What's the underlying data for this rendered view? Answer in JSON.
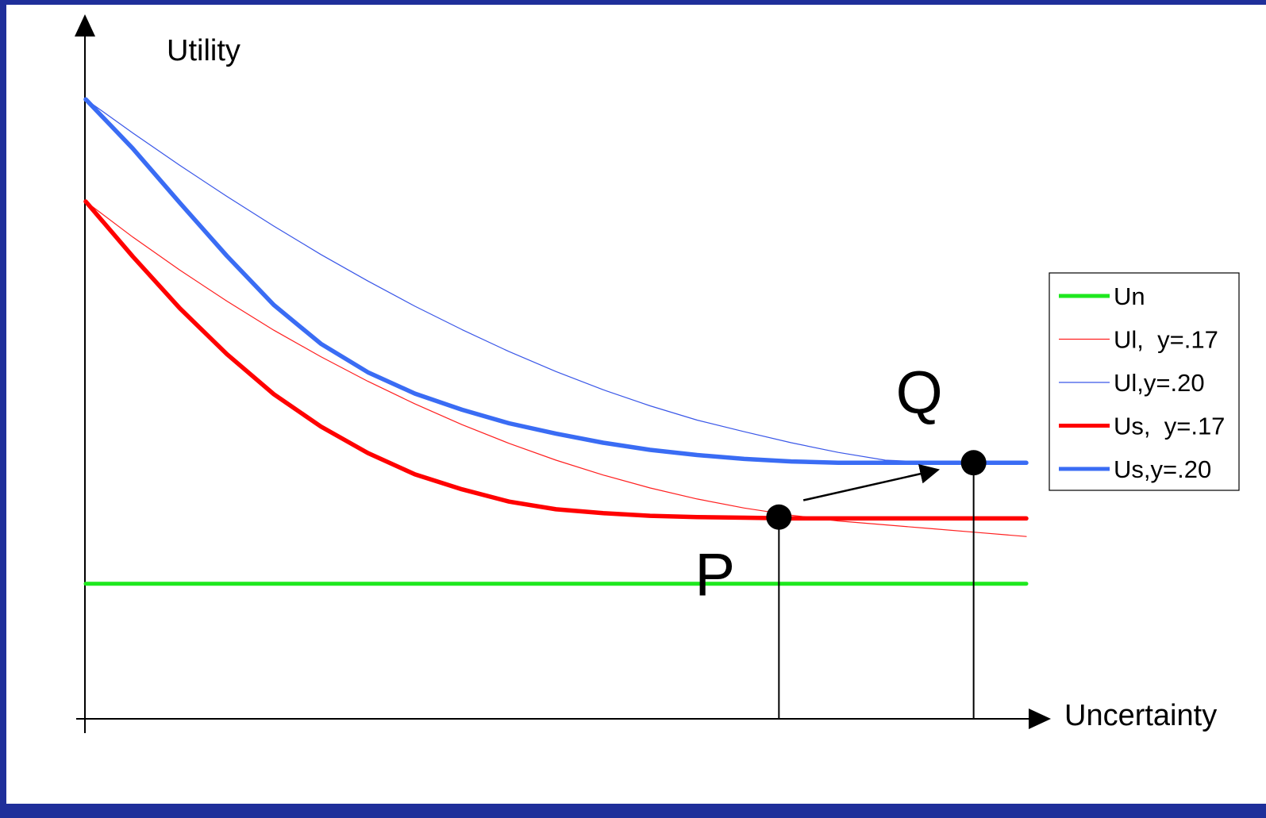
{
  "chart_data": {
    "type": "line",
    "xlabel": "Uncertainty",
    "ylabel": "Utility",
    "xlim": [
      0,
      100
    ],
    "ylim": [
      0,
      100
    ],
    "grid": false,
    "legend_position": "right",
    "x": [
      0,
      5,
      10,
      15,
      20,
      25,
      30,
      35,
      40,
      45,
      50,
      55,
      60,
      65,
      70,
      75,
      80,
      85,
      90,
      95,
      100
    ],
    "series": [
      {
        "name": "Un",
        "color": "#1ee81e",
        "width": 5,
        "values": [
          20.9,
          20.9,
          20.9,
          20.9,
          20.9,
          20.9,
          20.9,
          20.9,
          20.9,
          20.9,
          20.9,
          20.9,
          20.9,
          20.9,
          20.9,
          20.9,
          20.9,
          20.9,
          20.9,
          20.9,
          20.9
        ]
      },
      {
        "name": "Ul,  y=.17",
        "color": "#ff2020",
        "width": 1.2,
        "values": [
          80.0,
          74.5,
          69.4,
          64.6,
          60.1,
          56.0,
          52.2,
          48.7,
          45.5,
          42.6,
          40.0,
          37.7,
          35.7,
          34.0,
          32.6,
          31.5,
          30.6,
          30.0,
          29.4,
          28.8,
          28.2
        ]
      },
      {
        "name": "Ul,y=.20",
        "color": "#3a57e8",
        "width": 1.2,
        "values": [
          95.8,
          90.6,
          85.6,
          80.8,
          76.2,
          71.8,
          67.7,
          63.8,
          60.2,
          56.8,
          53.7,
          50.9,
          48.4,
          46.2,
          44.4,
          42.7,
          41.2,
          40.0,
          39.7,
          39.6,
          39.6
        ]
      },
      {
        "name": "Us,  y=.17",
        "color": "#ff0000",
        "width": 5.5,
        "values": [
          80.0,
          71.5,
          63.5,
          56.4,
          50.2,
          45.2,
          41.1,
          37.8,
          35.5,
          33.6,
          32.4,
          31.8,
          31.4,
          31.2,
          31.1,
          31.0,
          31.0,
          31.0,
          31.0,
          31.0,
          31.0
        ]
      },
      {
        "name": "Us,y=.20",
        "color": "#3a6cf4",
        "width": 5.5,
        "values": [
          95.8,
          88.2,
          79.8,
          71.6,
          64.0,
          58.0,
          53.6,
          50.3,
          47.8,
          45.7,
          44.1,
          42.7,
          41.6,
          40.8,
          40.2,
          39.8,
          39.6,
          39.6,
          39.6,
          39.6,
          39.6
        ]
      }
    ],
    "points": [
      {
        "label": "P",
        "x": 73.7,
        "y": 31.2
      },
      {
        "label": "Q",
        "x": 94.4,
        "y": 39.6
      }
    ],
    "arrow": {
      "from": [
        76.3,
        33.8
      ],
      "to": [
        90.6,
        38.5
      ]
    }
  }
}
